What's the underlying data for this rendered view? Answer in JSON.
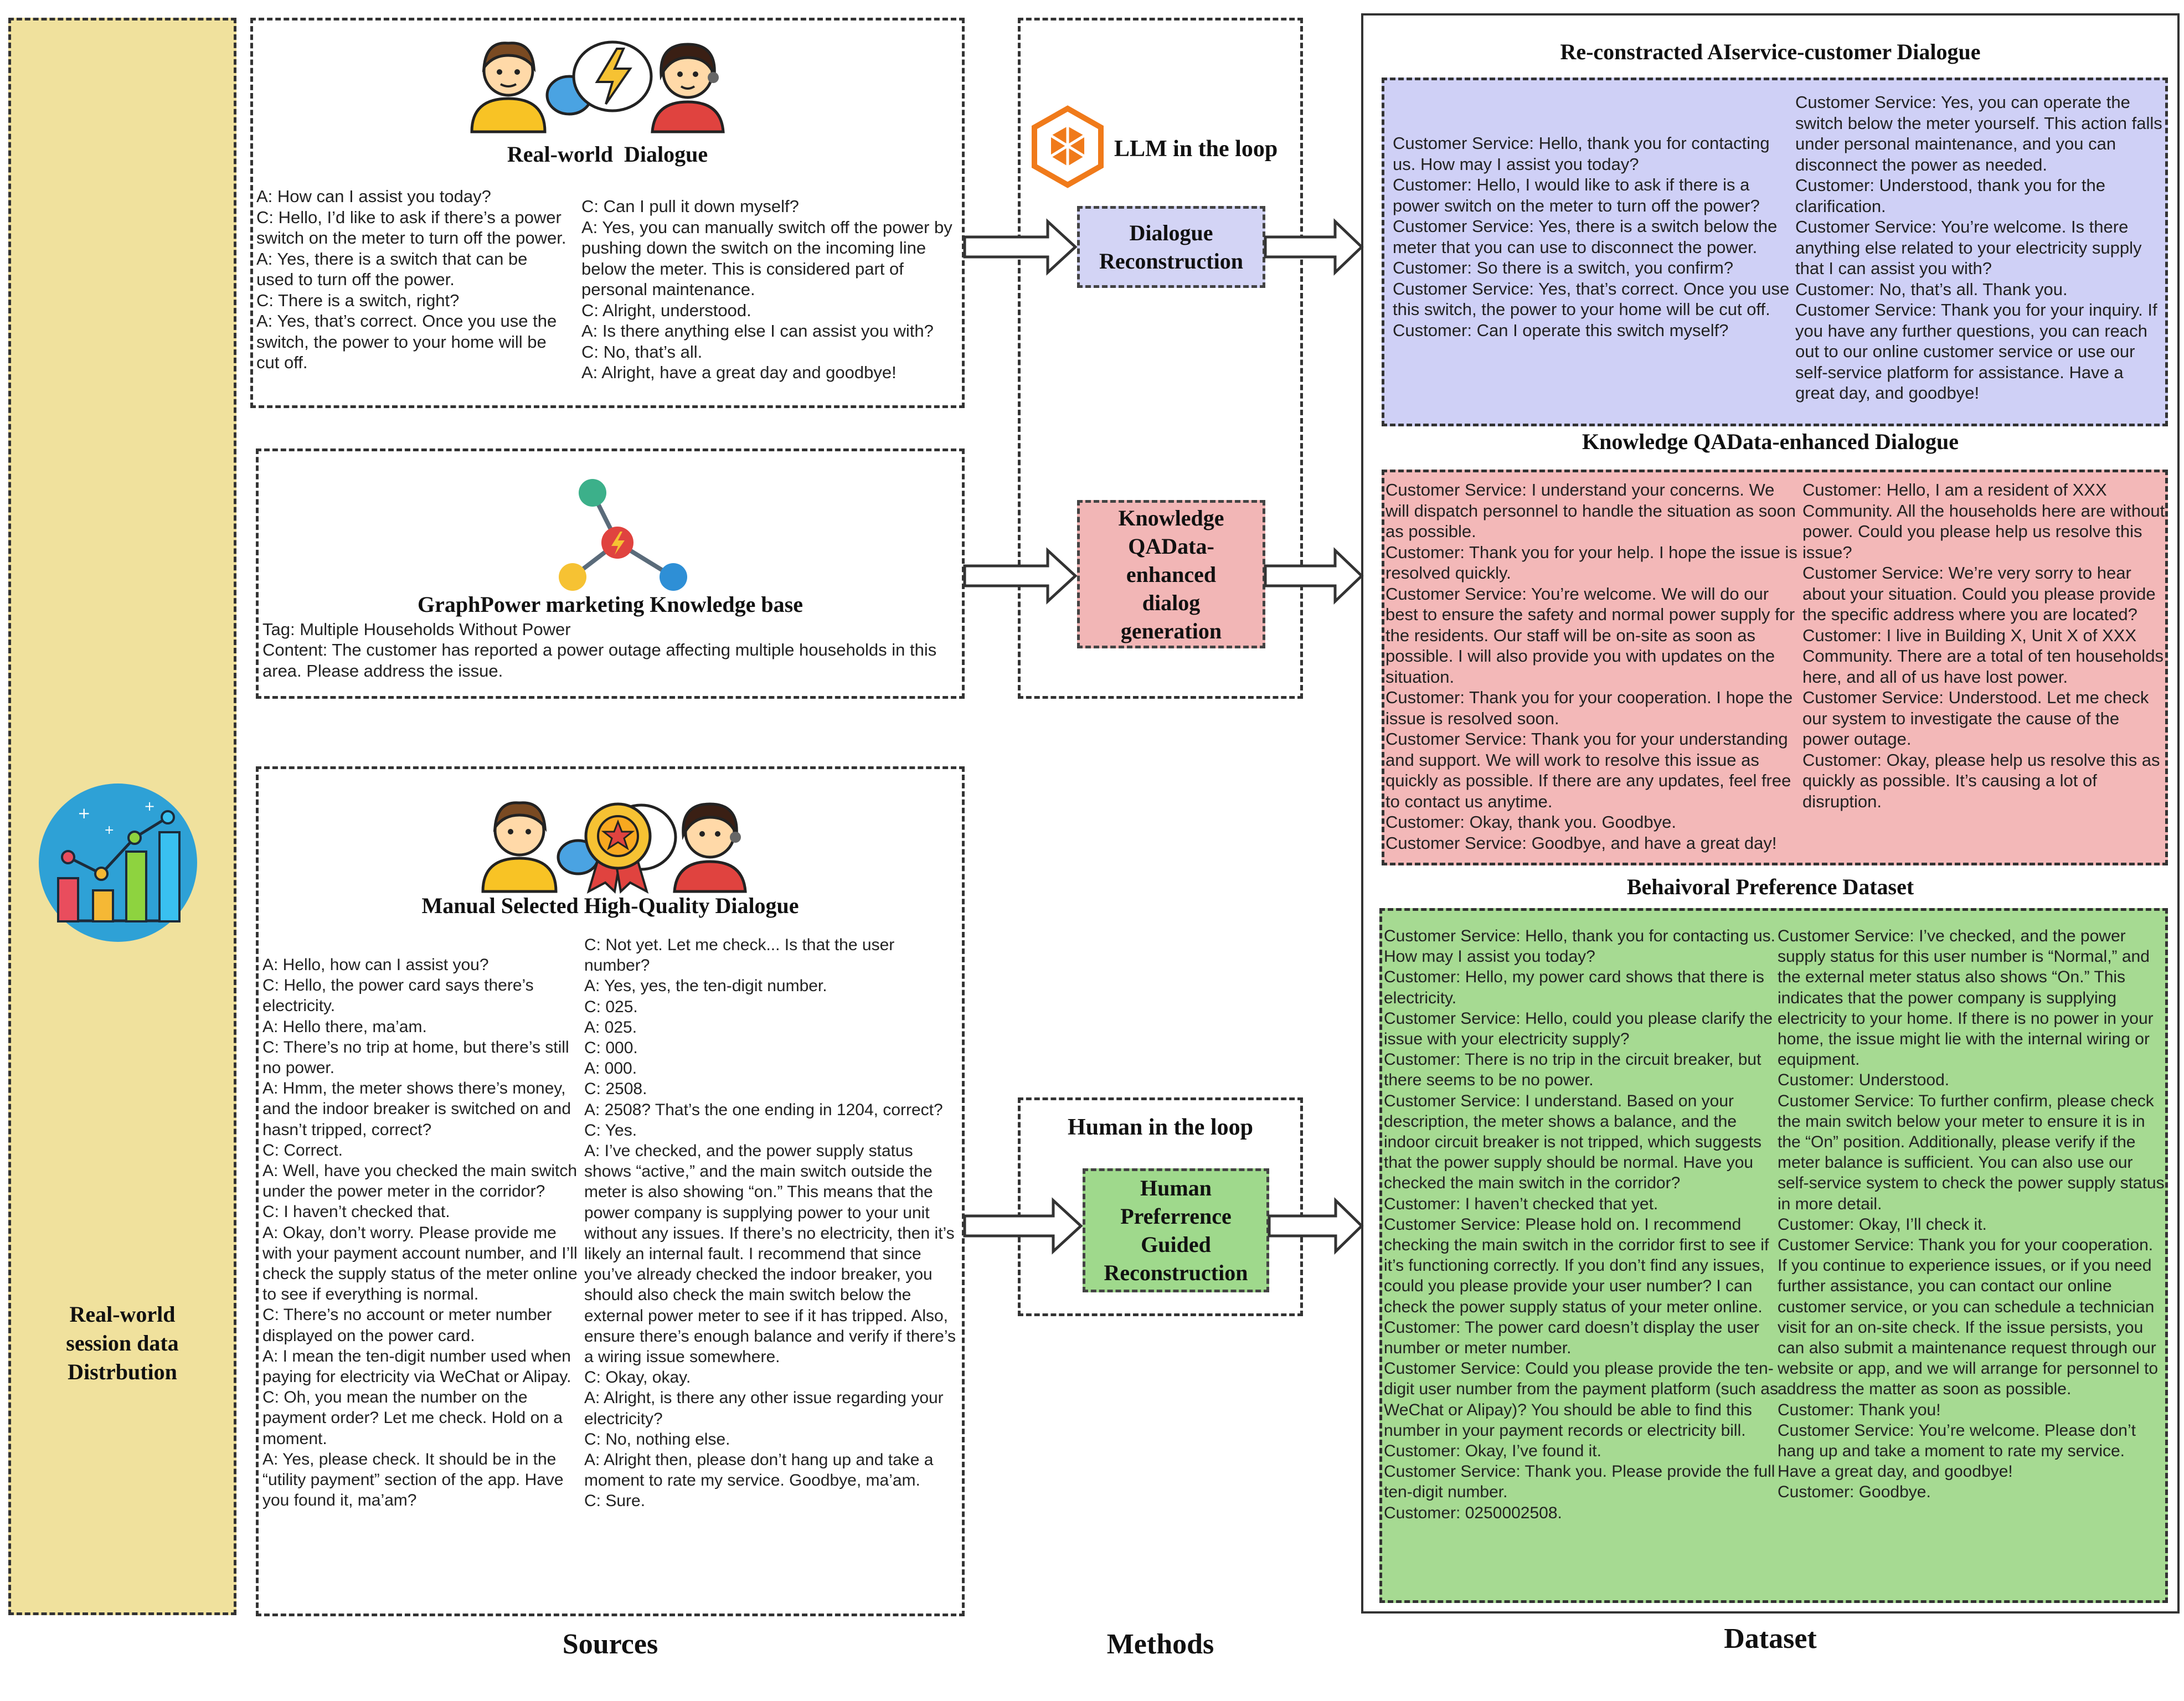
{
  "left_panel": {
    "label": "Real-world\nsession data\nDistrbution"
  },
  "sources": {
    "section_label": "Sources",
    "realworld": {
      "title": "Real-world  Dialogue",
      "col1": "A: How can I assist you today?\nC: Hello, I’d like to ask if there’s a power switch on the meter to turn off the power.\nA: Yes, there is a switch that can be used to turn off the power.\nC: There is a switch, right?\nA: Yes, that’s correct. Once you use the switch, the power to your home will be cut off.",
      "col2": "C: Can I pull it down myself?\nA: Yes, you can manually switch off the power by pushing down the switch on the incoming line below the meter. This is considered part of personal maintenance.\nC: Alright, understood.\nA: Is there anything else I can assist you with?\nC: No, that’s all.\nA: Alright, have a great day and goodbye!"
    },
    "knowledge": {
      "title": "GraphPower marketing Knowledge base",
      "tag": "Tag: Multiple Households Without Power",
      "content": "Content: The customer has reported a power outage affecting multiple households in this area. Please address the issue."
    },
    "manual": {
      "title": "Manual Selected High-Quality Dialogue",
      "col1": "A: Hello, how can I assist you?\nC: Hello, the power card says there’s electricity.\nA: Hello there, ma’am.\nC: There’s no trip at home, but there’s still no power.\nA: Hmm, the meter shows there’s money, and the indoor breaker is switched on and hasn’t tripped, correct?\nC: Correct.\nA: Well, have you checked the main switch under the power meter in the corridor?\nC: I haven’t checked that.\nA: Okay, don’t worry. Please provide me with your payment account number, and I’ll check the supply status of the meter online to see if everything is normal.\nC: There’s no account or meter number displayed on the power card.\nA: I mean the ten-digit number used when paying for electricity via WeChat or Alipay.\nC: Oh, you mean the number on the payment order? Let me check. Hold on a moment.\nA: Yes, please check. It should be in the “utility payment” section of the app. Have you found it, ma’am?",
      "col2": "C: Not yet. Let me check... Is that the user number?\nA: Yes, yes, the ten-digit number.\nC: 025.\nA: 025.\nC: 000.\nA: 000.\nC: 2508.\nA: 2508? That’s the one ending in 1204, correct?\nC: Yes.\nA: I’ve checked, and the power supply status shows “active,” and the main switch outside the meter is also showing “on.” This means that the power company is supplying power to your unit without any issues. If there’s no electricity, then it’s likely an internal fault. I recommend that since you’ve already checked the indoor breaker, you should also check the main switch below the external power meter to see if it has tripped. Also, ensure there’s enough balance and verify if there’s a wiring issue somewhere.\nC: Okay, okay.\nA: Alright, is there any other issue regarding your electricity?\nC: No, nothing else.\nA: Alright then, please don’t hang up and take a moment to rate my service. Goodbye, ma’am.\nC: Sure."
    }
  },
  "methods": {
    "section_label": "Methods",
    "llm_loop_label": "LLM in the loop",
    "dialogue_reconstruction": "Dialogue\nReconstruction",
    "knowledge_generation": "Knowledge\nQAData-\nenhanced\ndialog\ngeneration",
    "human_loop_label": "Human in the loop",
    "human_reconstruction": "Human\nPreferrence\nGuided\nReconstruction"
  },
  "dataset": {
    "section_label": "Dataset",
    "reconstructed": {
      "title": "Re-constracted AIservice-customer Dialogue",
      "col1": "Customer Service: Hello, thank you for contacting us. How may I assist you today?\nCustomer: Hello, I would like to ask if there is a power switch on the meter to turn off the power?\nCustomer Service: Yes, there is a switch below the meter that you can use to disconnect the power.\nCustomer: So there is a switch, you confirm?\nCustomer Service: Yes, that’s correct. Once you use this switch, the power to your home will be cut off.\nCustomer: Can I operate this switch myself?",
      "col2": "Customer Service: Yes, you can operate the switch below the meter yourself. This action falls under personal maintenance, and you can disconnect the power as needed.\nCustomer: Understood, thank you for the clarification.\nCustomer Service: You’re welcome. Is there anything else related to your electricity supply that I can assist you with?\nCustomer: No, that’s all. Thank you.\nCustomer Service: Thank you for your inquiry. If you have any further questions, you can reach out to our online customer service or use our self-service platform for assistance. Have a great day, and goodbye!"
    },
    "knowledge": {
      "title": "Knowledge QAData-enhanced Dialogue",
      "col1": "Customer Service: I understand your concerns. We will dispatch personnel to handle the situation as soon as possible.\nCustomer: Thank you for your help. I hope the issue is resolved quickly.\nCustomer Service: You’re welcome. We will do our best to ensure the safety and normal power supply for the residents. Our staff will be on-site as soon as possible. I will also provide you with updates on the situation.\nCustomer: Thank you for your cooperation. I hope the issue is resolved soon.\nCustomer Service: Thank you for your understanding and support. We will work to resolve this issue as quickly as possible. If there are any updates, feel free to contact us anytime.\nCustomer: Okay, thank you. Goodbye.\nCustomer Service: Goodbye, and have a great day!",
      "col2": "Customer: Hello, I am a resident of XXX Community. All the households here are without power. Could you please help us resolve this issue?\nCustomer Service: We’re very sorry to hear about your situation. Could you please provide the specific address where you are located?\nCustomer: I live in Building X, Unit X of XXX Community. There are a total of ten households here, and all of us have lost power.\nCustomer Service: Understood. Let me check our system to investigate the cause of the power outage.\nCustomer: Okay, please help us resolve this as quickly as possible. It’s causing a lot of disruption."
    },
    "behavioral": {
      "title": "Behaivoral Preference Dataset",
      "col1": "Customer Service: Hello, thank you for contacting us. How may I assist you today?\nCustomer: Hello, my power card shows that there is electricity.\nCustomer Service: Hello, could you please clarify the issue with your electricity supply?\nCustomer: There is no trip in the circuit breaker, but there seems to be no power.\nCustomer Service: I understand. Based on your description, the meter shows a balance, and the indoor circuit breaker is not tripped, which suggests that the power supply should be normal. Have you checked the main switch in the corridor?\nCustomer: I haven’t checked that yet.\nCustomer Service: Please hold on. I recommend checking the main switch in the corridor first to see if it’s functioning correctly. If you don’t find any issues, could you please provide your user number? I can check the power supply status of your meter online.\nCustomer: The power card doesn’t display the user number or meter number.\nCustomer Service: Could you please provide the ten-digit user number from the payment platform (such as WeChat or Alipay)? You should be able to find this number in your payment records or electricity bill.\nCustomer: Okay, I’ve found it.\nCustomer Service: Thank you. Please provide the full ten-digit number.\nCustomer: 0250002508.",
      "col2": "Customer Service: I’ve checked, and the power supply status for this user number is “Normal,” and the external meter status also shows “On.” This indicates that the power company is supplying electricity to your home. If there is no power in your home, the issue might lie with the internal wiring or equipment.\nCustomer: Understood.\nCustomer Service: To further confirm, please check the main switch below your meter to ensure it is in the “On” position. Additionally, please verify if the meter balance is sufficient. You can also use our self-service system to check the power supply status in more detail.\nCustomer: Okay, I’ll check it.\nCustomer Service: Thank you for your cooperation. If you continue to experience issues, or if you need further assistance, you can contact our online customer service, or you can schedule a technician visit for an on-site check. If the issue persists, you can also submit a maintenance request through our website or app, and we will arrange for personnel to address the matter as soon as possible.\nCustomer: Thank you!\nCustomer Service: You’re welcome. Please don’t hang up and take a moment to rate my service. Have a great day, and goodbye!\nCustomer: Goodbye."
    }
  },
  "colors": {
    "left_panel": "#f0e19d",
    "reconstruction_box": "#d3d4f5",
    "knowledge_box": "#f2b6b6",
    "human_box": "#9fd98c",
    "dataset_purple": "#cfd0f6",
    "dataset_pink": "#f3b8b8",
    "dataset_green": "#a6da92"
  }
}
